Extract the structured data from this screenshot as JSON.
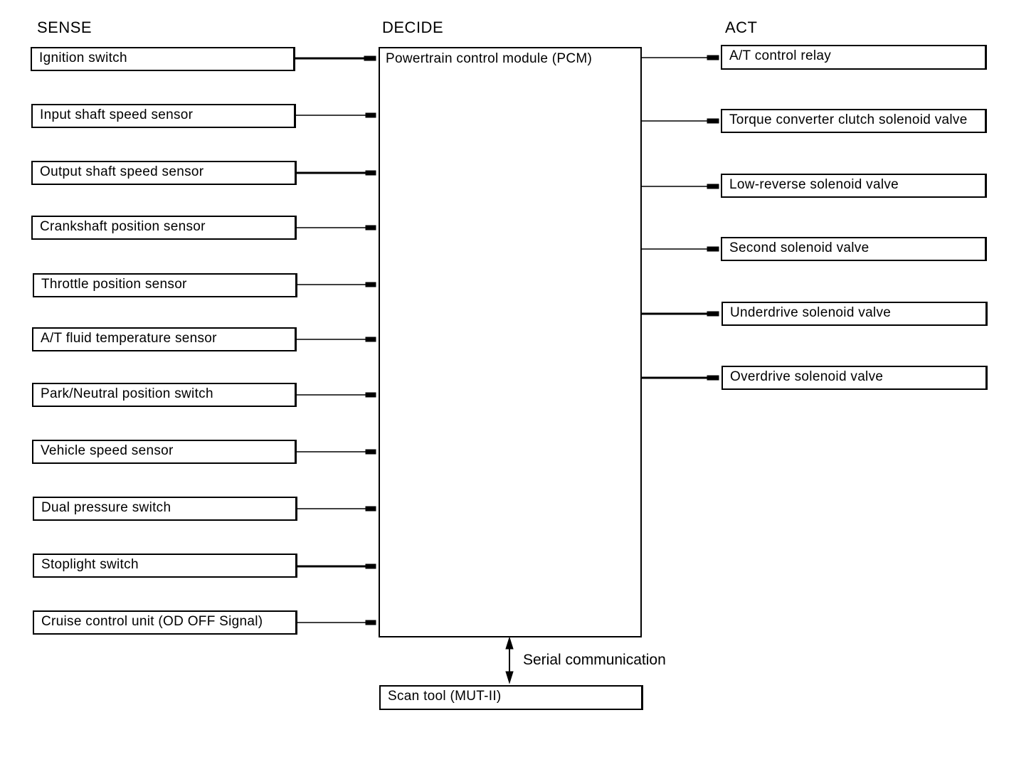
{
  "headings": {
    "sense": "SENSE",
    "decide": "DECIDE",
    "act": "ACT"
  },
  "pcm": {
    "title": "Powertrain control module (PCM)"
  },
  "inputs": [
    "Ignition switch",
    "Input shaft speed sensor",
    "Output shaft speed sensor",
    "Crankshaft position sensor",
    "Throttle position sensor",
    "A/T fluid temperature sensor",
    "Park/Neutral position switch",
    "Vehicle speed sensor",
    "Dual pressure switch",
    "Stoplight switch",
    "Cruise control unit (OD OFF Signal)"
  ],
  "outputs": [
    "A/T control relay",
    "Torque converter clutch solenoid valve",
    "Low-reverse solenoid valve",
    "Second solenoid valve",
    "Underdrive solenoid valve",
    "Overdrive solenoid valve"
  ],
  "serial": {
    "label": "Serial communication"
  },
  "scan_tool": {
    "label": "Scan tool (MUT-II)"
  }
}
